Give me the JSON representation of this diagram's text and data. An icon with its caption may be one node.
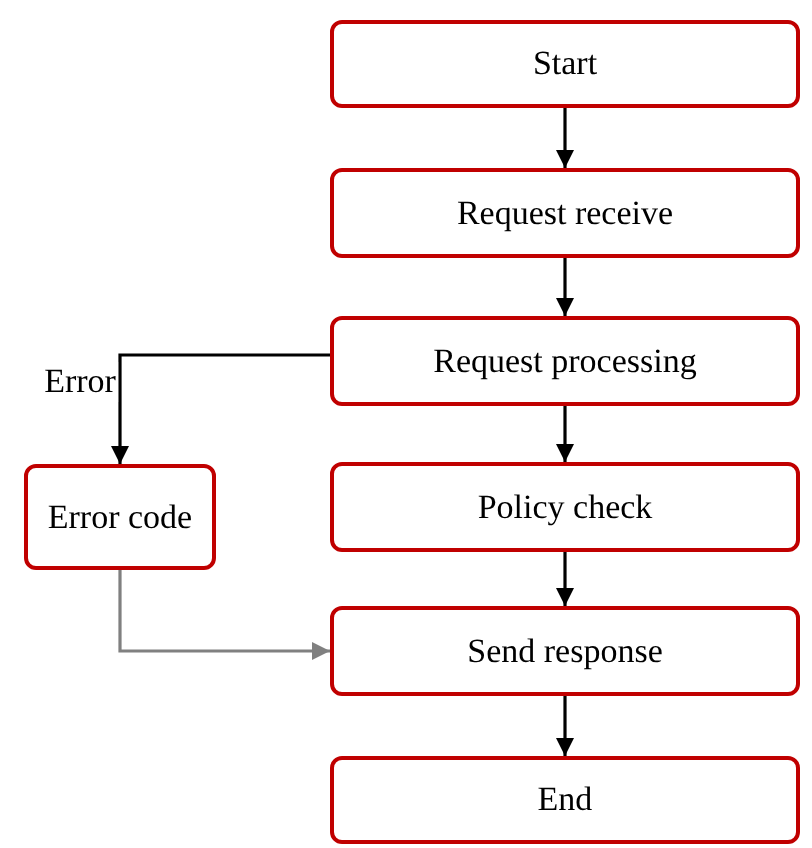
{
  "diagram": {
    "nodes": [
      {
        "text": [
          "Start"
        ]
      },
      {
        "text": [
          "Request receive"
        ]
      },
      {
        "text": [
          "Request processing"
        ]
      },
      {
        "text": [
          "Error code"
        ]
      },
      {
        "text": [
          "Policy check"
        ]
      },
      {
        "text": [
          "Send response"
        ]
      },
      {
        "text": [
          "End"
        ]
      }
    ],
    "edges": [
      {
        "from": 0,
        "to": 1,
        "arrow": "to"
      },
      {
        "from": 1,
        "to": 2,
        "arrow": "to"
      },
      {
        "from": 2,
        "to": 3,
        "arrow": "to",
        "label": "Error"
      },
      {
        "from": 2,
        "to": 4,
        "arrow": "to"
      },
      {
        "from": 3,
        "to": 5,
        "arrow": "to",
        "color": "#808080"
      },
      {
        "from": 4,
        "to": 5,
        "arrow": "to"
      },
      {
        "from": 5,
        "to": 6,
        "arrow": "to"
      }
    ]
  }
}
